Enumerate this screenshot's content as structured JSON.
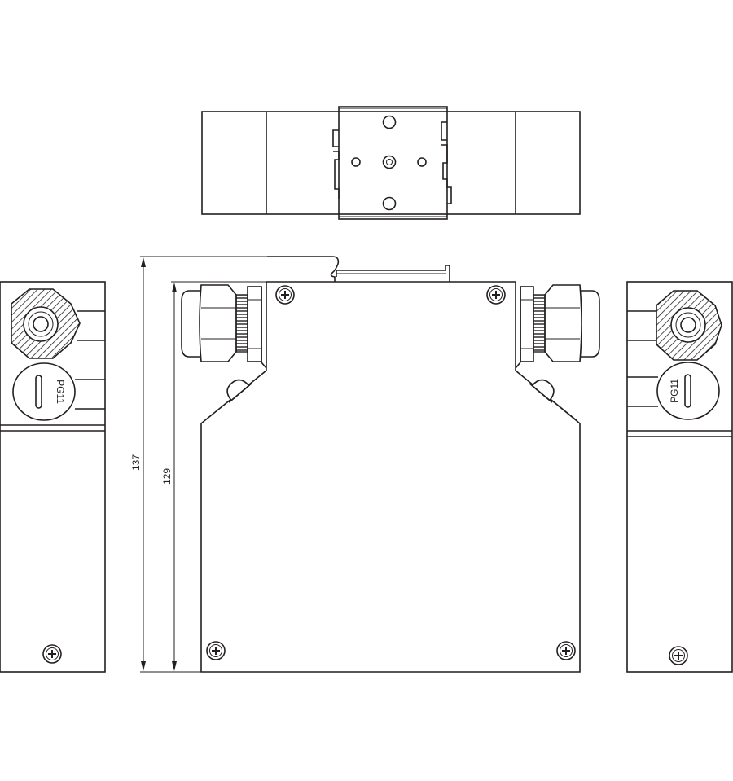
{
  "dimensions": {
    "overall_height": "137",
    "body_height": "129"
  },
  "gland_label": "PG11",
  "colors": {
    "line": "#231f20",
    "background": "#ffffff"
  },
  "icons": [
    "screw-icon",
    "hex-nut-icon",
    "cable-gland-icon",
    "din-rail-clip-icon"
  ]
}
